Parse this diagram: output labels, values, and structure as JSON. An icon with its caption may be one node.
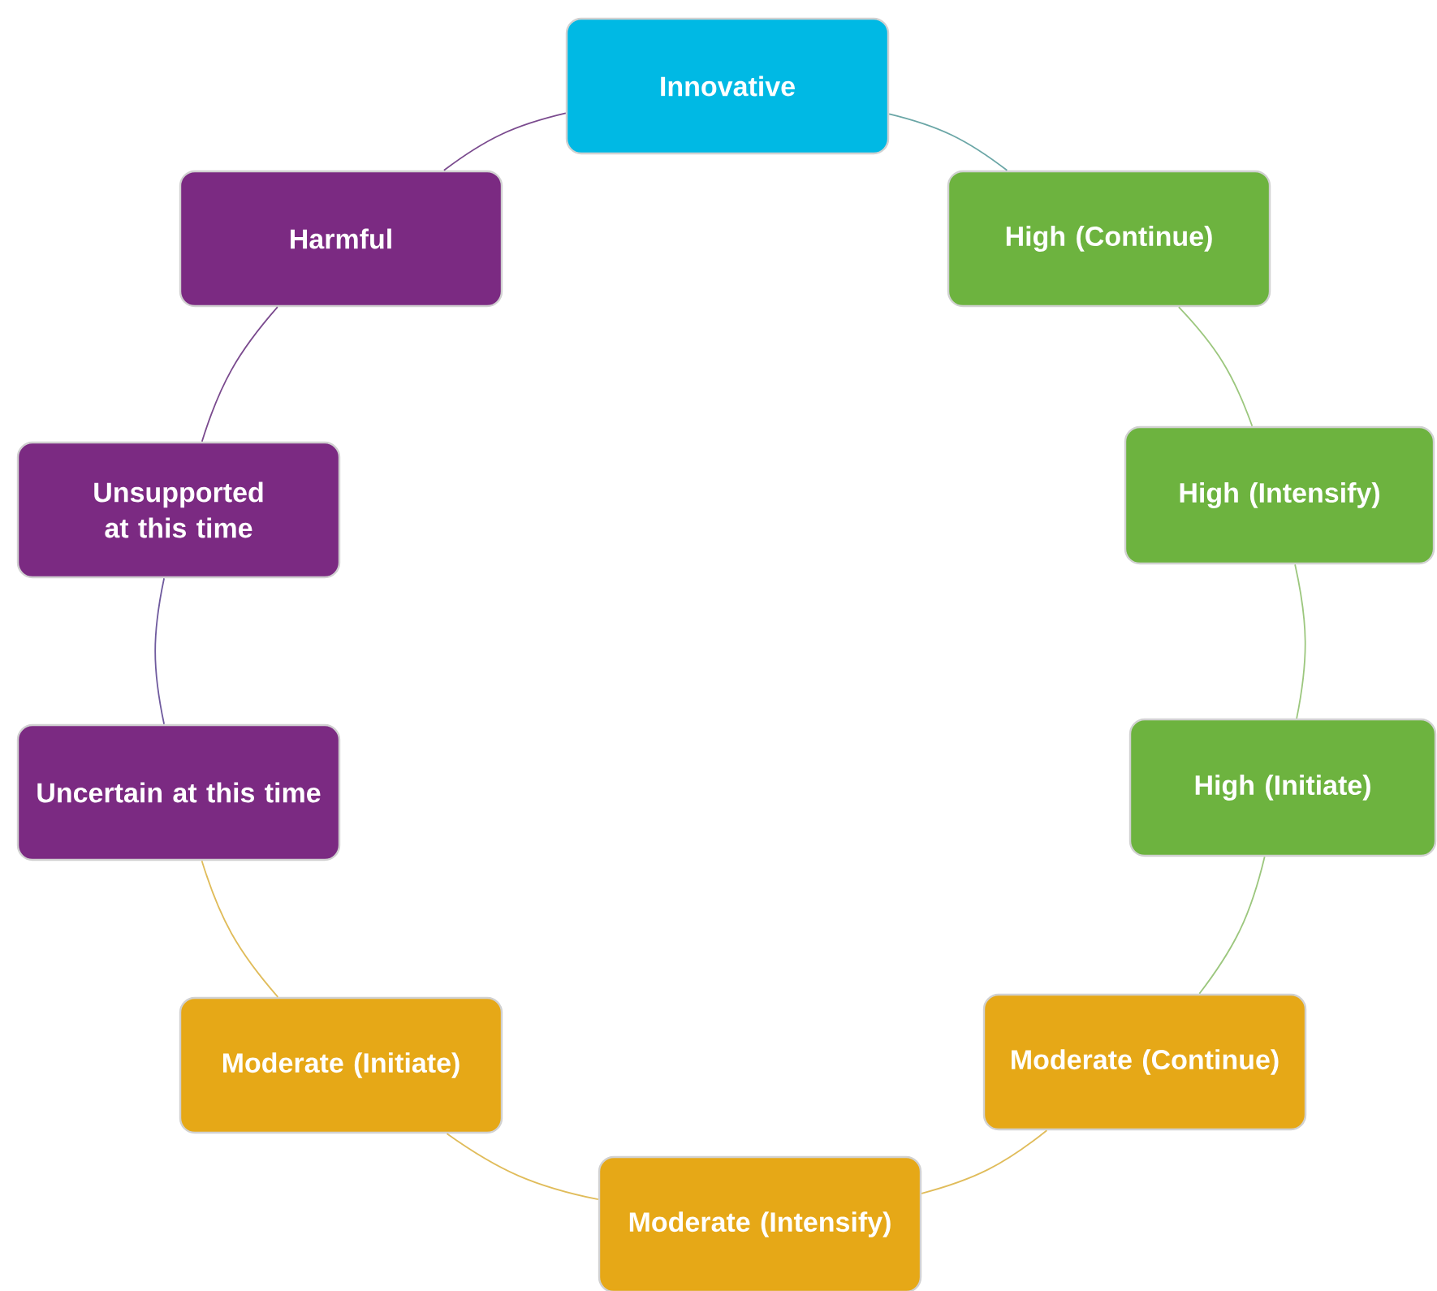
{
  "diagram": {
    "nodes": [
      {
        "text": [
          "Innovative"
        ]
      },
      {
        "text": [
          "High (Continue)"
        ]
      },
      {
        "text": [
          "High (Intensify)"
        ]
      },
      {
        "text": [
          "High (Initiate)"
        ]
      },
      {
        "text": [
          "Moderate (Continue)"
        ]
      },
      {
        "text": [
          "Moderate (Intensify)"
        ]
      },
      {
        "text": [
          "Moderate (Initiate)"
        ]
      },
      {
        "text": [
          "Uncertain at this time"
        ]
      },
      {
        "text": [
          "Unsupported at this time"
        ]
      },
      {
        "text": [
          "Harmful"
        ]
      }
    ],
    "edges": [
      {
        "from": 0,
        "to": 1,
        "arrow": "none",
        "color": "#6aa6a6"
      },
      {
        "from": 1,
        "to": 2,
        "arrow": "none",
        "color": "#9cc77e"
      },
      {
        "from": 2,
        "to": 3,
        "arrow": "none",
        "color": "#9cc77e"
      },
      {
        "from": 3,
        "to": 4,
        "arrow": "none",
        "color": "#9cc77e"
      },
      {
        "from": 4,
        "to": 5,
        "arrow": "none",
        "color": "#e0bc5a"
      },
      {
        "from": 5,
        "to": 6,
        "arrow": "none",
        "color": "#e0bc5a"
      },
      {
        "from": 6,
        "to": 7,
        "arrow": "none",
        "color": "#e0bc5a"
      },
      {
        "from": 7,
        "to": 8,
        "arrow": "none",
        "color": "#6f5a9e"
      },
      {
        "from": 8,
        "to": 9,
        "arrow": "none",
        "color": "#7a4a8e"
      },
      {
        "from": 9,
        "to": 0,
        "arrow": "none",
        "color": "#7a4a8e"
      }
    ]
  }
}
